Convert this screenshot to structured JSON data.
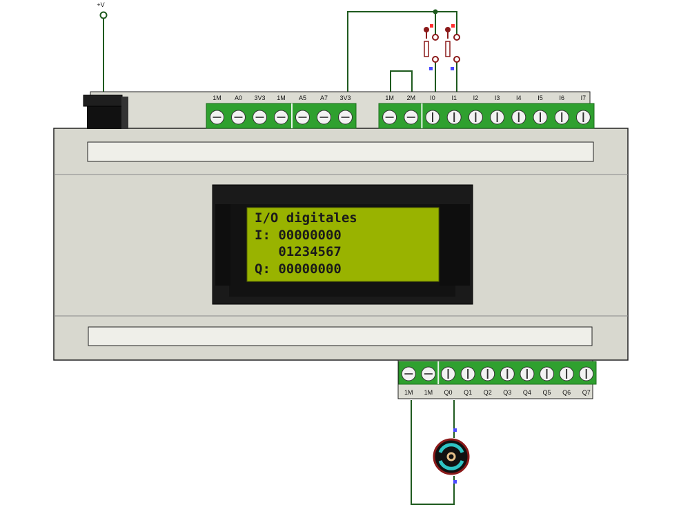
{
  "supply": {
    "label": "+V"
  },
  "top_terminals": {
    "group_a": [
      "1M",
      "A0",
      "3V3",
      "1M",
      "A5",
      "A7",
      "3V3"
    ],
    "group_b": [
      "1M",
      "2M",
      "I0",
      "I1",
      "I2",
      "I3",
      "I4",
      "I5",
      "I6",
      "I7"
    ]
  },
  "bottom_terminals": [
    "1M",
    "1M",
    "Q0",
    "Q1",
    "Q2",
    "Q3",
    "Q4",
    "Q5",
    "Q6",
    "Q7"
  ],
  "lcd": {
    "line1": "I/O digitales",
    "line2": "I: 00000000",
    "line3": "   01234567",
    "line4": "Q: 00000000"
  },
  "colors": {
    "wire": "#1e5a1e",
    "terminal_green": "#2fa02f",
    "lcd_background": "#99b300",
    "casing": "#d8d8cf",
    "pin_marker": "#4a4aff"
  }
}
